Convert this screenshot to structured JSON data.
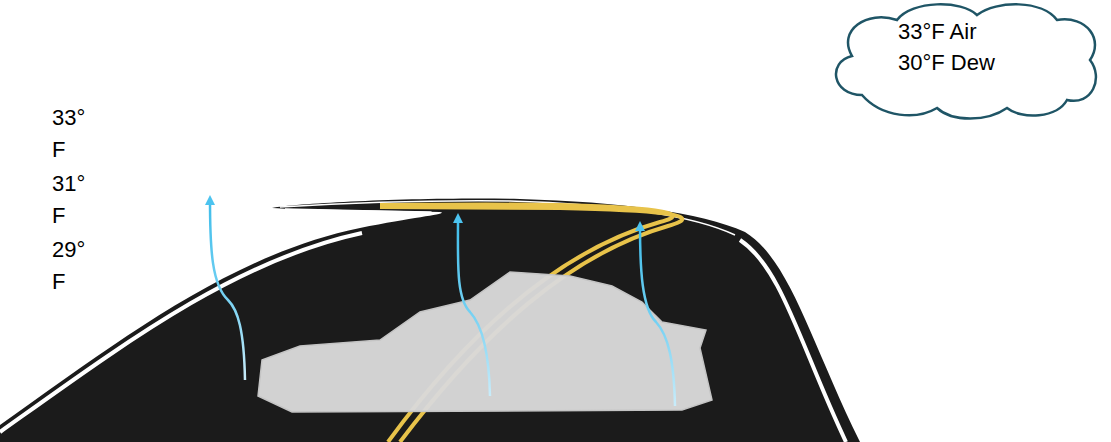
{
  "diagram": {
    "nodes": [
      {
        "text": [
          "33°F Air",
          "30°F Dew"
        ]
      }
    ],
    "labels": [
      "33° F",
      "31° F",
      "29° F"
    ]
  }
}
